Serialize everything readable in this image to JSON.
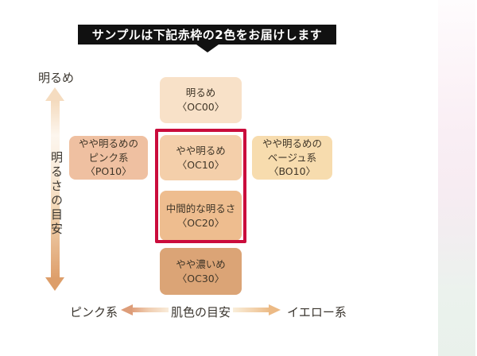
{
  "banner": {
    "text": "サンプルは下記赤枠の2色をお届けします"
  },
  "vertical_axis": {
    "top_label": "明るめ",
    "title": "明るさの目安"
  },
  "horizontal_axis": {
    "left_label": "ピンク系",
    "title": "肌色の目安",
    "right_label": "イエロー系"
  },
  "colors": {
    "banner_bg": "#111111",
    "banner_text": "#ffffff",
    "highlight_frame": "#ca0c3c"
  },
  "swatches": [
    {
      "name": "oc00",
      "lines": [
        "明るめ",
        "〈OC00〉"
      ],
      "color": "#f8e1c8",
      "highlighted": false
    },
    {
      "name": "po10",
      "lines": [
        "やや明るめの",
        "ピンク系",
        "〈PO10〉"
      ],
      "color": "#efc0a1",
      "highlighted": false
    },
    {
      "name": "oc10",
      "lines": [
        "やや明るめ",
        "〈OC10〉"
      ],
      "color": "#f4cfaa",
      "highlighted": true
    },
    {
      "name": "bo10",
      "lines": [
        "やや明るめの",
        "ベージュ系",
        "〈BO10〉"
      ],
      "color": "#f7dcae",
      "highlighted": false
    },
    {
      "name": "oc20",
      "lines": [
        "中間的な明るさ",
        "〈OC20〉"
      ],
      "color": "#eebd8f",
      "highlighted": true
    },
    {
      "name": "oc30",
      "lines": [
        "やや濃いめ",
        "〈OC30〉"
      ],
      "color": "#dba476",
      "highlighted": false
    }
  ]
}
